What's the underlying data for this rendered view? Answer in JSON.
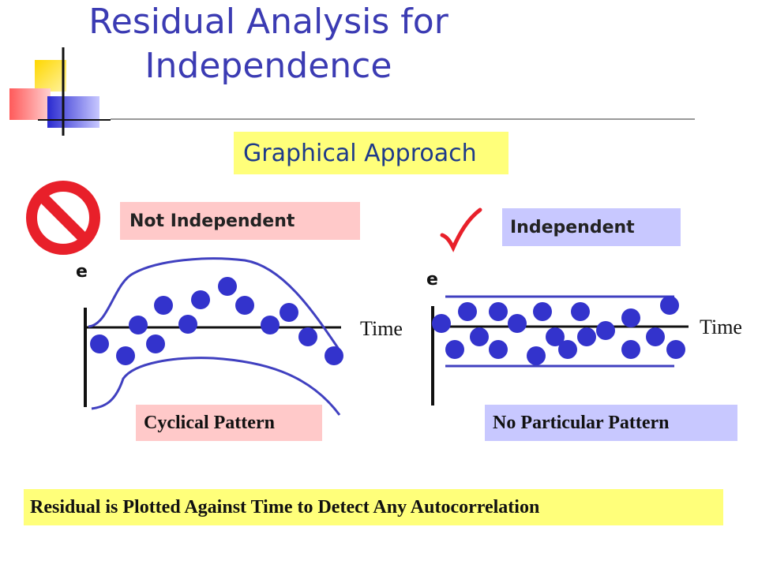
{
  "title": "Residual Analysis for Independence",
  "approach_label": "Graphical Approach",
  "left_panel": {
    "status": "Not Independent",
    "status_icon": "prohibited-icon",
    "axis_y": "e",
    "axis_x": "Time",
    "pattern": "Cyclical Pattern"
  },
  "right_panel": {
    "status": "Independent",
    "status_icon": "checkmark-icon",
    "axis_y": "e",
    "axis_x": "Time",
    "pattern": "No Particular Pattern"
  },
  "footer": "Residual is Plotted Against Time to Detect Any Autocorrelation",
  "colors": {
    "title": "#3b3bb3",
    "dots": "#3333cc",
    "yellow_box": "#ffff7a",
    "pink_box": "#ffc9c9",
    "lavender_box": "#c8c8ff",
    "prohibited": "#e8202a"
  }
}
